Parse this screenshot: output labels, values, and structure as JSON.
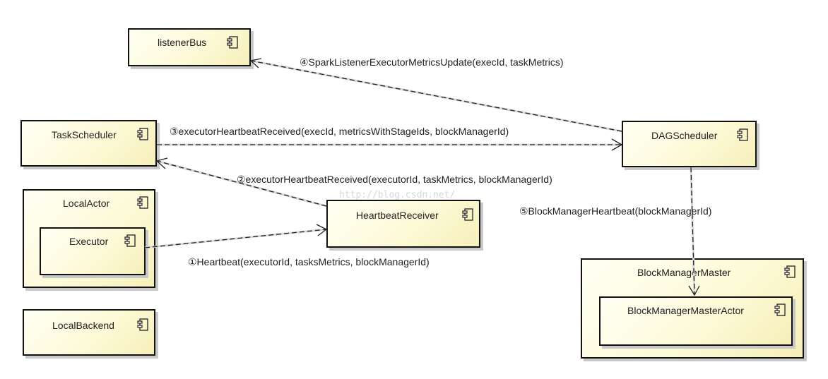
{
  "components": {
    "listener_bus": "listenerBus",
    "task_scheduler": "TaskScheduler",
    "local_actor": "LocalActor",
    "executor": "Executor",
    "local_backend": "LocalBackend",
    "heartbeat_receiver": "HeartbeatReceiver",
    "dag_scheduler": "DAGScheduler",
    "block_manager_master": "BlockManagerMaster",
    "block_manager_master_actor": "BlockManagerMasterActor"
  },
  "messages": {
    "m1": "①Heartbeat(executorId, tasksMetrics, blockManagerId)",
    "m2": "②executorHeartbeatReceived(executorId, taskMetrics, blockManagerId)",
    "m3": "③executorHeartbeatReceived(execId, metricsWithStageIds, blockManagerId)",
    "m4": "④SparkListenerExecutorMetricsUpdate(execId, taskMetrics)",
    "m5": "⑤BlockManagerHeartbeat(blockManagerId)"
  },
  "watermark": "http://blog.csdn.net/",
  "icon": "component-icon"
}
